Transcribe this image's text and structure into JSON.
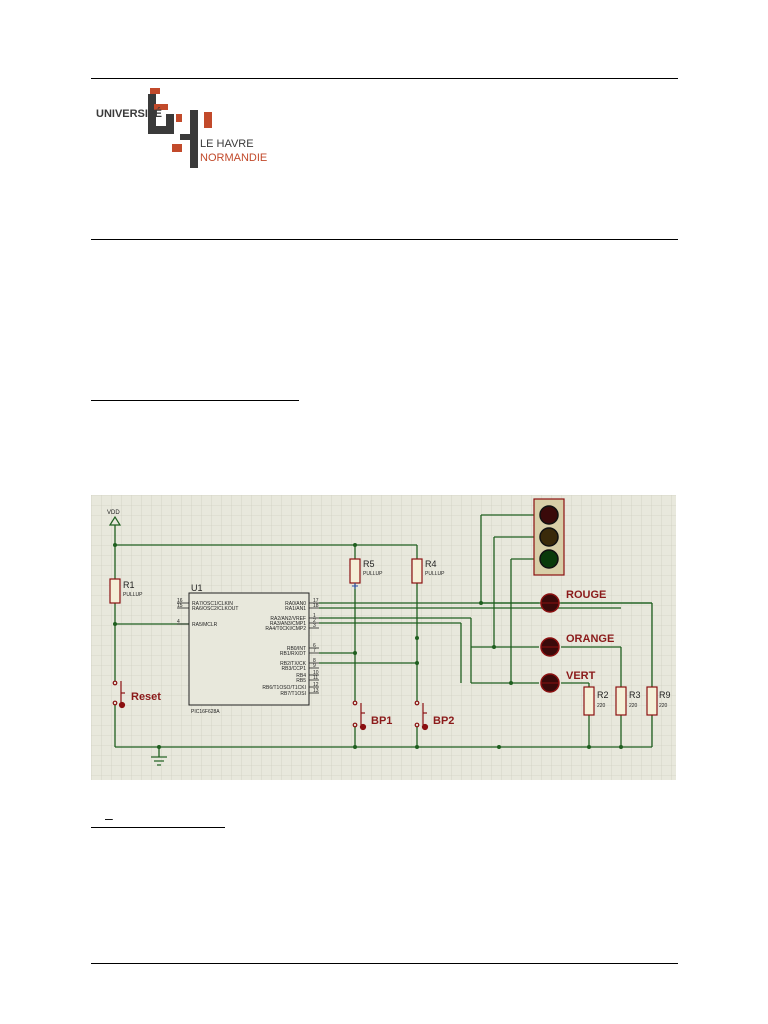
{
  "logo": {
    "universite": "UNIVERSITÉ",
    "le_havre": "LE HAVRE",
    "normandie": "NORMANDIE",
    "colors": {
      "dark": "#3a3a3a",
      "accent": "#c24a2b"
    }
  },
  "schematic": {
    "labels": {
      "vdd": "VDD",
      "r1": "R1",
      "r1_type": "PULLUP",
      "r5": "R5",
      "r5_type": "PULLUP",
      "r4": "R4",
      "r4_type": "PULLUP",
      "u1": "U1",
      "u1_part": "PIC16F628A",
      "reset": "Reset",
      "bp1": "BP1",
      "bp2": "BP2",
      "rouge": "ROUGE",
      "orange": "ORANGE",
      "vert": "VERT",
      "r2": "R2",
      "r2_val": "220",
      "r3": "R3",
      "r3_val": "220",
      "r9": "R9",
      "r9_val": "220"
    },
    "left_pins": [
      {
        "num": "16",
        "name": "RA7/OSC1/CLKIN"
      },
      {
        "num": "15",
        "name": "RA6/OSC2/CLKOUT"
      },
      {
        "num": "4",
        "name": "RA5/MCLR"
      }
    ],
    "right_pins": [
      {
        "num": "17",
        "name": "RA0/AN0"
      },
      {
        "num": "18",
        "name": "RA1/AN1"
      },
      {
        "num": "1",
        "name": "RA2/AN2/VREF"
      },
      {
        "num": "2",
        "name": "RA3/AN3/CMP1"
      },
      {
        "num": "3",
        "name": "RA4/T0CKI/CMP2"
      },
      {
        "num": "6",
        "name": "RB0/INT"
      },
      {
        "num": "7",
        "name": "RB1/RX/DT"
      },
      {
        "num": "8",
        "name": "RB2/TX/CK"
      },
      {
        "num": "9",
        "name": "RB3/CCP1"
      },
      {
        "num": "10",
        "name": "RB4"
      },
      {
        "num": "11",
        "name": "RB5"
      },
      {
        "num": "12",
        "name": "RB6/T1OSO/T1CKI"
      },
      {
        "num": "13",
        "name": "RB7/T1OSI"
      }
    ],
    "colors": {
      "wire": "#1f5f1f",
      "component": "#8b1010",
      "label_red": "#8b1a1a",
      "grid_bg": "#e8e8dc",
      "grid_line": "#c8c8b8"
    }
  },
  "section_mark": "–"
}
